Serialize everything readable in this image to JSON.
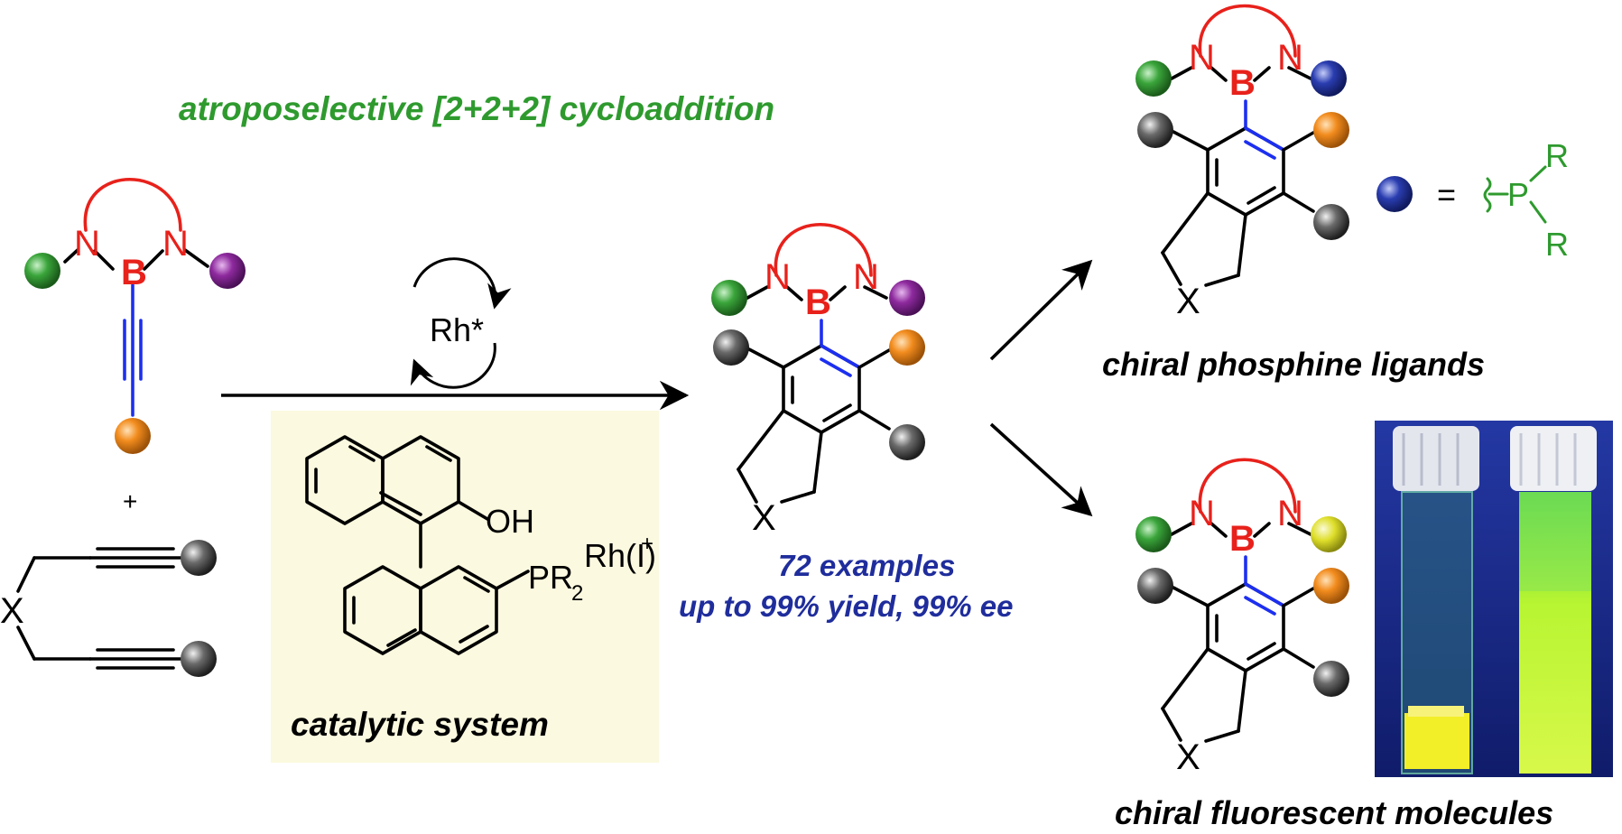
{
  "texts": {
    "reaction_title": "atroposelective [2+2+2] cycloaddition",
    "catalyst_label": "Rh*",
    "plus": "+",
    "oh": "OH",
    "pr2": "PR",
    "pr2_sub": "2",
    "rh_complex": "Rh(I)",
    "rh_charge": "+",
    "catalytic_system": "catalytic system",
    "examples": "72 examples",
    "yield": "up to 99% yield, 99% ee",
    "phosphine_ligands": "chiral phosphine ligands",
    "fluorescent_molecules": "chiral fluorescent molecules",
    "equals": "=",
    "phosphorus": "P",
    "r_upper": "R",
    "r_lower": "R",
    "atom_n": "N",
    "atom_b": "B",
    "atom_x": "X"
  },
  "colors": {
    "title_green": "#2e9a2e",
    "yield_blue": "#1f2d9c",
    "boron_red": "#e8211b",
    "alkyne_blue": "#1c2ff0",
    "sphere_green": "#3aa53a",
    "sphere_purple": "#8e2a9e",
    "sphere_orange": "#f28c1e",
    "sphere_gray": "#4a4a4a",
    "sphere_blue": "#2a3db0",
    "sphere_yellow": "#dede2a",
    "catalyst_box": "#fbf9df",
    "uv_photo_background": "#1a2a8c"
  }
}
